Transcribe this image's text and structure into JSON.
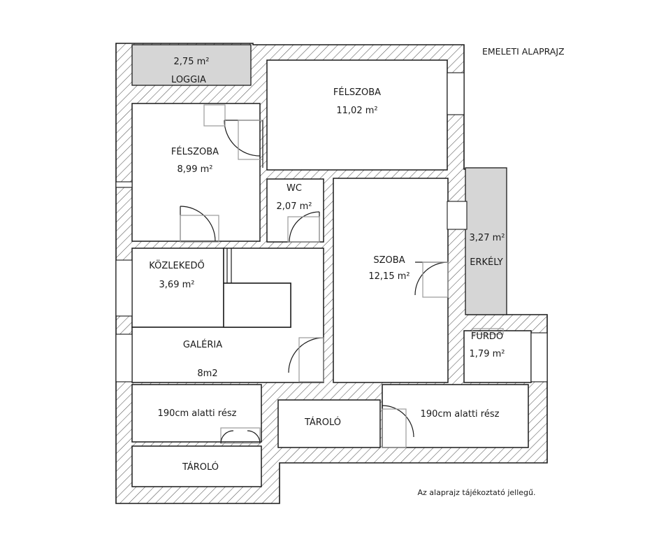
{
  "plan_title": "EMELETI ALAPRAJZ",
  "disclaimer": "Az alaprajz tájékoztató jellegű.",
  "rooms": {
    "loggia": {
      "name": "LOGGIA",
      "area": "2,75 m²"
    },
    "felszoba_left": {
      "name": "FÉLSZOBA",
      "area": "8,99 m²"
    },
    "felszoba_top": {
      "name": "FÉLSZOBA",
      "area": "11,02 m²"
    },
    "wc": {
      "name": "WC",
      "area": "2,07 m²"
    },
    "szoba": {
      "name": "SZOBA",
      "area": "12,15 m²"
    },
    "erkely": {
      "name": "ERKÉLY",
      "area": "3,27 m²"
    },
    "kozlekedo": {
      "name": "KÖZLEKEDŐ",
      "area": "3,69 m²"
    },
    "galeria": {
      "name": "GALÉRIA",
      "area": "8m2"
    },
    "furdo": {
      "name": "FÜRDŐ",
      "area": "1,79 m²"
    },
    "low_left": {
      "name": "190cm alatti rész"
    },
    "low_right": {
      "name": "190cm alatti rész"
    },
    "tarolo_mid": {
      "name": "TÁROLÓ"
    },
    "tarolo_bottom": {
      "name": "TÁROLÓ"
    }
  },
  "colors": {
    "wall": "#ffffff",
    "hatch": "#555555",
    "outline": "#1a1a1a",
    "balcony_fill": "#d6d6d6"
  }
}
